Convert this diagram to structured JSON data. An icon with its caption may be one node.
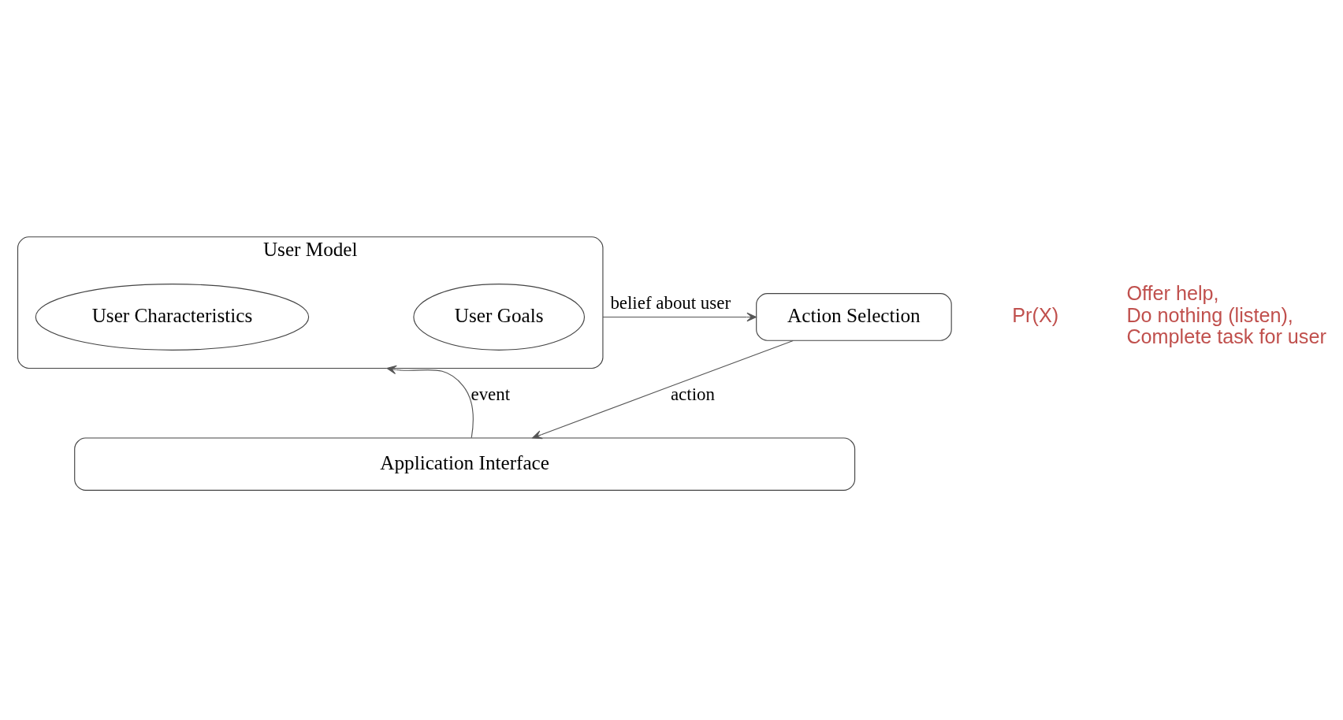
{
  "diagram": {
    "nodes": [
      {
        "text": [
          "User Model"
        ]
      },
      {
        "text": [
          "User Characteristics"
        ],
        "in": 0
      },
      {
        "text": [
          "User Goals"
        ],
        "in": 0
      },
      {
        "text": [
          "Action Selection"
        ]
      },
      {
        "text": [
          "Application Interface"
        ]
      }
    ],
    "edges": [
      {
        "from": 0,
        "to": 3,
        "arrow": "to",
        "label": "belief about user"
      },
      {
        "from": 4,
        "to": 0,
        "arrow": "to",
        "label": "event"
      },
      {
        "from": 3,
        "to": 4,
        "arrow": "to",
        "label": "action"
      }
    ],
    "labels": [
      "Pr(X)",
      "Offer help,",
      "Do nothing (listen),",
      "Complete task for user"
    ]
  }
}
